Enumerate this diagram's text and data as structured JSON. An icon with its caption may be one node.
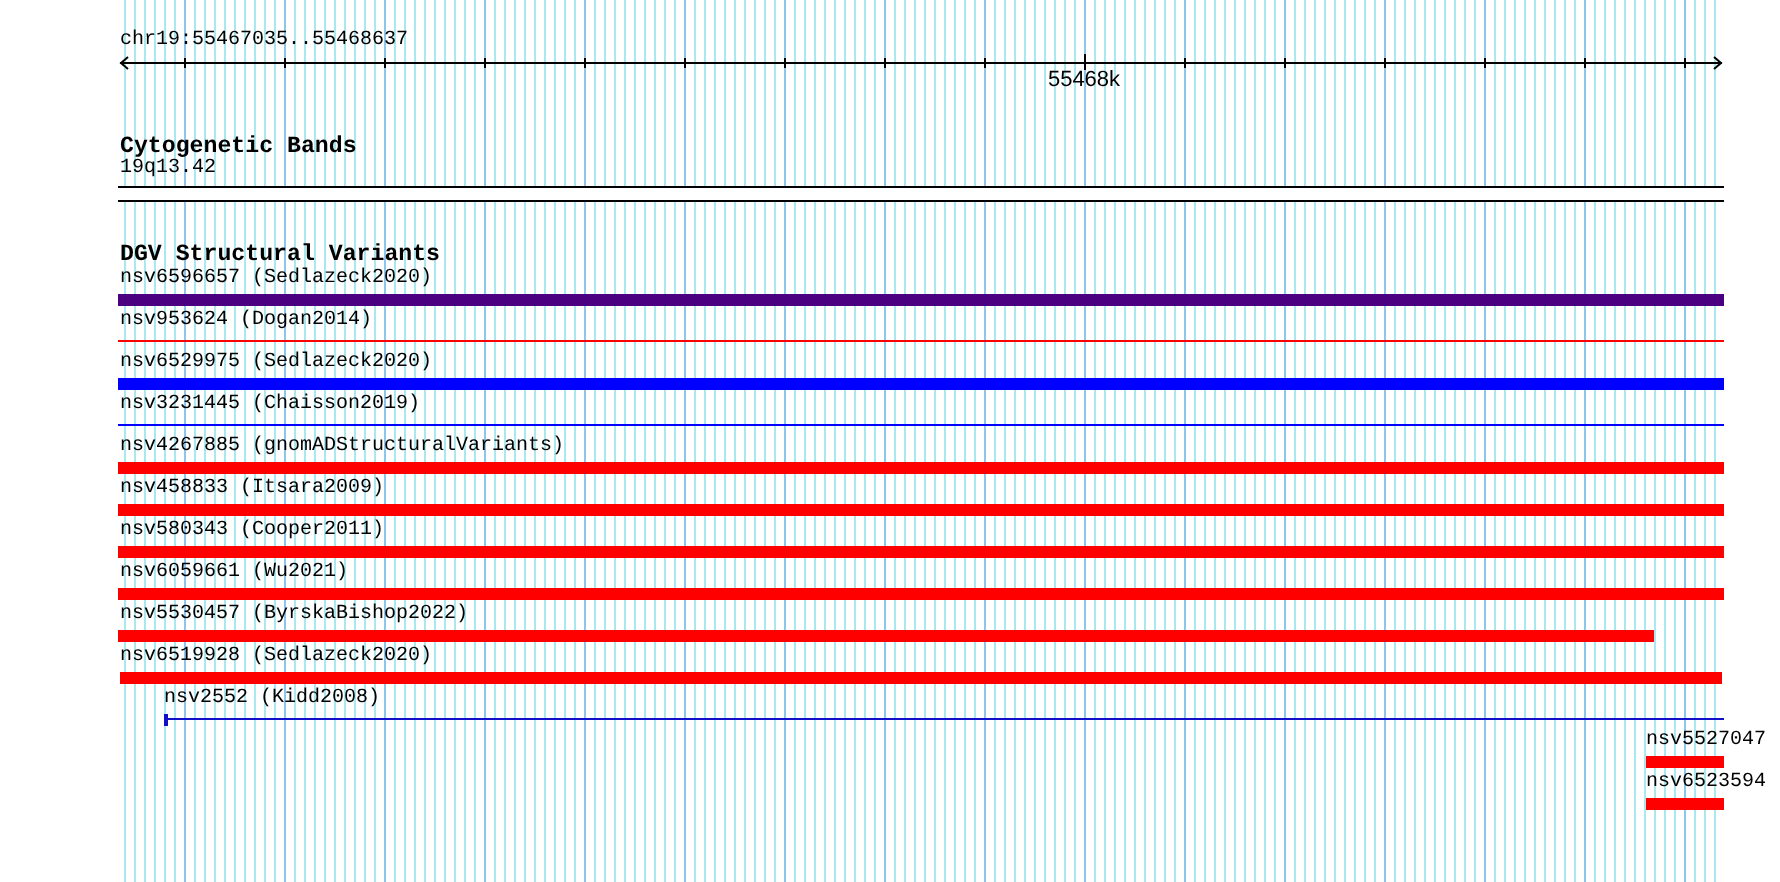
{
  "diagram": {
    "nodes": [
      {
        "text": [
          "19q13.42"
        ]
      },
      {
        "text": [
          "nsv6596657 (Sedlazeck2020)"
        ]
      },
      {
        "text": [
          "nsv953624 (Dogan2014)"
        ]
      },
      {
        "text": [
          "nsv6529975 (Sedlazeck2020)"
        ]
      },
      {
        "text": [
          "nsv3231445 (Chaisson2019)"
        ]
      },
      {
        "text": [
          "nsv4267885 (gnomADStructuralVariants)"
        ]
      },
      {
        "text": [
          "nsv458833 (Itsara2009)"
        ]
      },
      {
        "text": [
          "nsv580343 (Cooper2011)"
        ]
      },
      {
        "text": [
          "nsv6059661 (Wu2021)"
        ]
      },
      {
        "text": [
          "nsv5530457 (ByrskaBishop2022)"
        ]
      },
      {
        "text": [
          "nsv6519928 (Sedlazeck2020)"
        ]
      },
      {
        "text": [
          "nsv2552 (Kidd2008)"
        ]
      },
      {
        "text": [
          "nsv5527047"
        ]
      },
      {
        "text": [
          "nsv6523594"
        ]
      }
    ],
    "labels": [
      "chr19:55467035..55468637",
      "55468k",
      "Cytogenetic Bands",
      "DGV Structural Variants"
    ]
  }
}
